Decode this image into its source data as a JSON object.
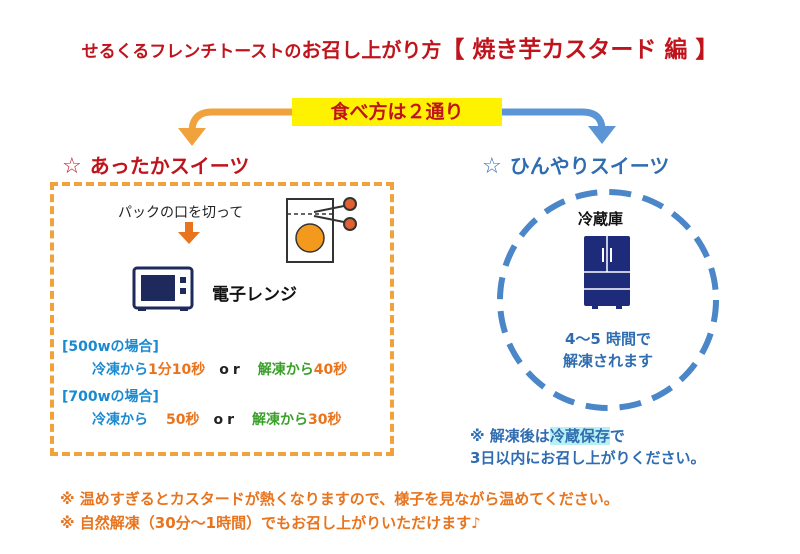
{
  "title": {
    "part1": "せるくるフレンチトーストの",
    "part2": "お召し上がり方",
    "part3": "【 焼き芋カスタード 編 】"
  },
  "banner": "食べ方は２通り",
  "left": {
    "star": "☆",
    "heading": "あったかスイーツ",
    "instruction": "パックの口を切って",
    "appliance": "電子レンジ",
    "w500": {
      "header": "[500wの場合]",
      "thaw_label": "冷凍から",
      "thaw_time": "1分10秒",
      "or": "or",
      "defrost_label": "解凍から",
      "defrost_time": "40秒"
    },
    "w700": {
      "header": "[700wの場合]",
      "thaw_label": "冷凍から",
      "thaw_time": "50秒",
      "or": "or",
      "defrost_label": "解凍から",
      "defrost_time": "30秒"
    }
  },
  "right": {
    "star": "☆",
    "heading": "ひんやりスイーツ",
    "appliance": "冷蔵庫",
    "circle_line1": "4～5 時間で",
    "circle_line2": "解凍されます",
    "note_prefix": "※ 解凍後は",
    "note_highlight": "冷蔵保存",
    "note_suffix": "で",
    "note_line2": "3日以内にお召し上がりください。"
  },
  "bottom": {
    "note1": "※ 温めすぎるとカスタードが熱くなりますので、様子を見ながら温めてください。",
    "note2": "※ 自然解凍（30分～1時間）でもお召し上がりいただけます♪"
  },
  "colors": {
    "red": "#c0141c",
    "orange": "#f0a23c",
    "blue": "#2f6db0",
    "yellow": "#fff200"
  }
}
